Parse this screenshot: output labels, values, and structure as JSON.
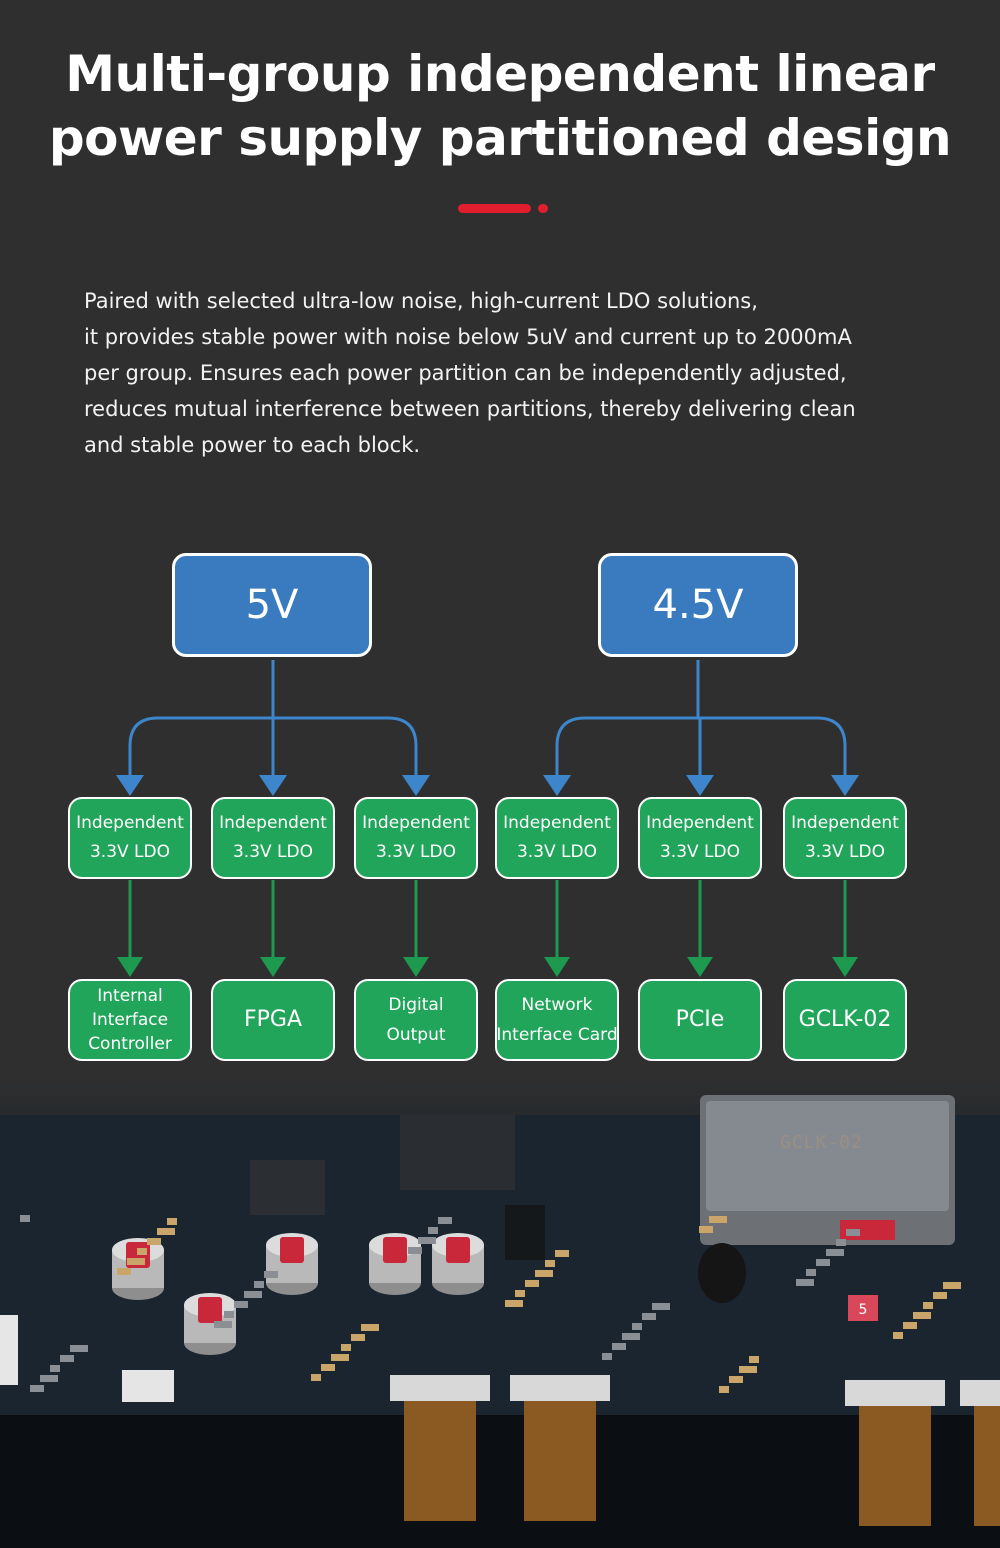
{
  "title": {
    "line1": "Multi-group independent linear",
    "line2": "power supply partitioned design"
  },
  "accent": {
    "color": "#e01e2e"
  },
  "description": {
    "lines": [
      "Paired with selected ultra-low noise, high-current LDO solutions,",
      "it provides stable power with noise below 5uV and current up to 2000mA",
      "per group. Ensures each power partition can be independently adjusted,",
      "reduces mutual interference between partitions, thereby delivering clean",
      "and stable power to each block."
    ]
  },
  "colors": {
    "source_fill": "#3a7abf",
    "ldo_fill": "#21a55a",
    "blue_connector": "#3d86cc",
    "green_connector": "#1d9a4f"
  },
  "diagram": {
    "sources": [
      {
        "label": "5V",
        "ldos": [
          {
            "line1": "Independent",
            "line2": "3.3V LDO"
          },
          {
            "line1": "Independent",
            "line2": "3.3V LDO"
          },
          {
            "line1": "Independent",
            "line2": "3.3V LDO"
          }
        ]
      },
      {
        "label": "4.5V",
        "ldos": [
          {
            "line1": "Independent",
            "line2": "3.3V LDO"
          },
          {
            "line1": "Independent",
            "line2": "3.3V LDO"
          },
          {
            "line1": "Independent",
            "line2": "3.3V LDO"
          }
        ]
      }
    ],
    "targets": [
      {
        "lines": [
          "Internal",
          "Interface",
          "Controller"
        ]
      },
      {
        "lines": [
          "FPGA"
        ]
      },
      {
        "lines": [
          "Digital",
          "Output"
        ]
      },
      {
        "lines": [
          "Network",
          "Interface Card"
        ]
      },
      {
        "lines": [
          "PCIe"
        ]
      },
      {
        "lines": [
          "GCLK-02"
        ]
      }
    ]
  },
  "pcb": {
    "shield_label": "GCLK-02",
    "badge": "5"
  }
}
